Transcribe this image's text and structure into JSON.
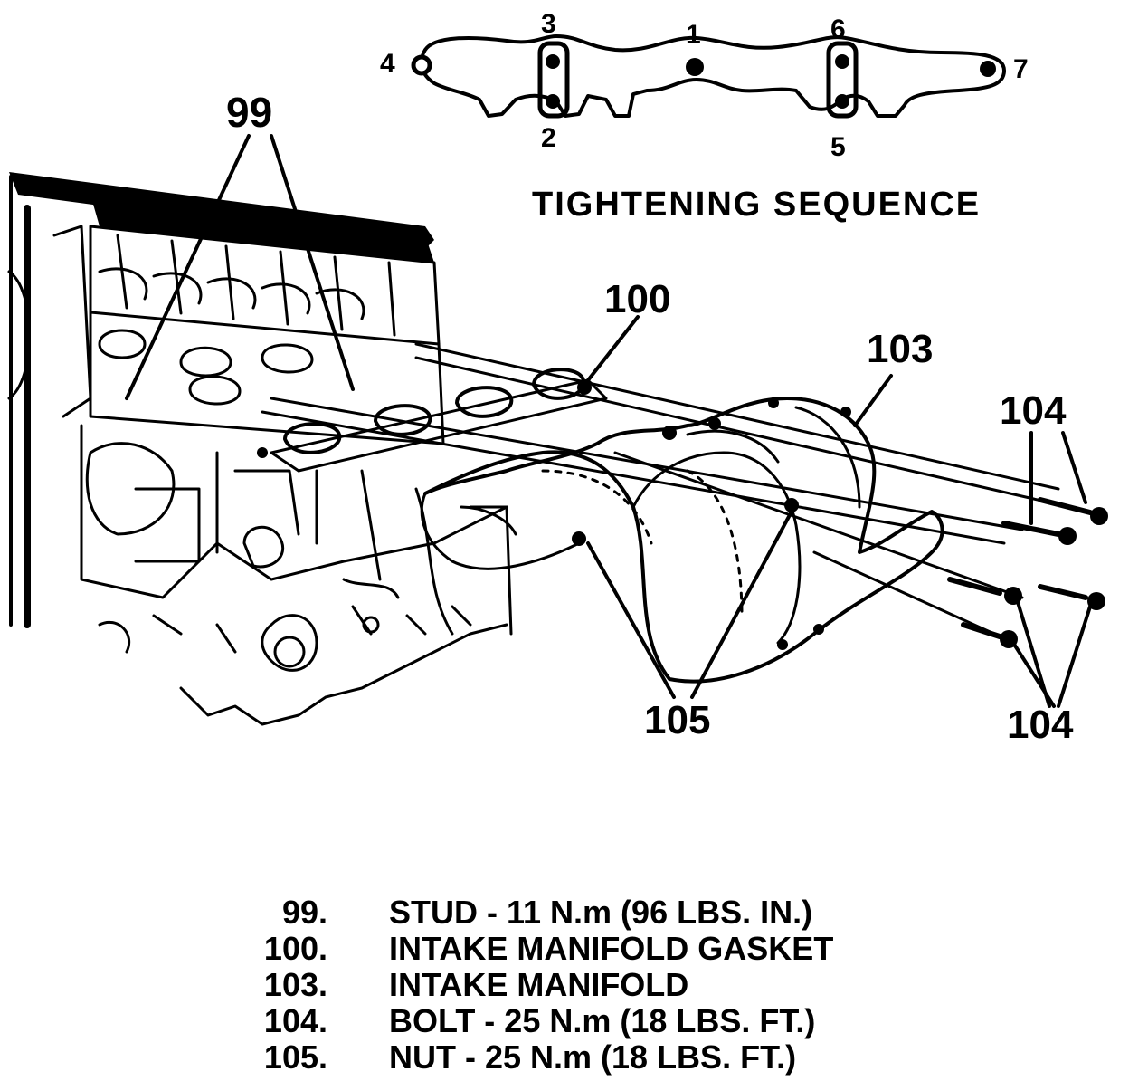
{
  "tightening_sequence": {
    "title": "TIGHTENING SEQUENCE",
    "numbers": [
      "1",
      "2",
      "3",
      "4",
      "5",
      "6",
      "7"
    ]
  },
  "callouts": {
    "c99": "99",
    "c100": "100",
    "c103": "103",
    "c104_top": "104",
    "c104_bottom": "104",
    "c105": "105"
  },
  "legend": [
    {
      "num": "99.",
      "text": "STUD - 11 N.m (96 LBS. IN.)"
    },
    {
      "num": "100.",
      "text": "INTAKE MANIFOLD GASKET"
    },
    {
      "num": "103.",
      "text": "INTAKE MANIFOLD"
    },
    {
      "num": "104.",
      "text": "BOLT - 25 N.m (18 LBS. FT.)"
    },
    {
      "num": "105.",
      "text": "NUT - 25 N.m (18 LBS. FT.)"
    }
  ]
}
